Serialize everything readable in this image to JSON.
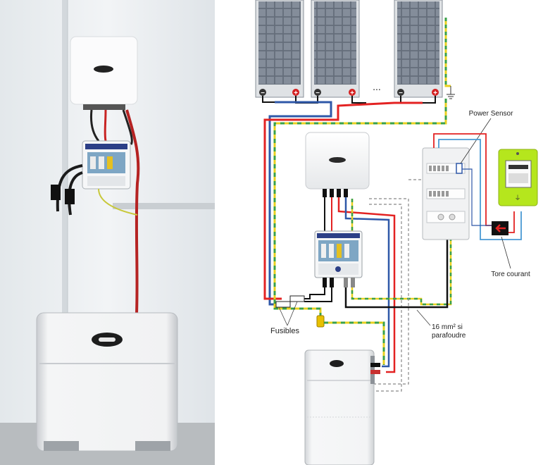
{
  "labels": {
    "power_sensor": "Power Sensor",
    "tore_courant": "Tore courant",
    "fusibles": "Fusibles",
    "cable_line1": "16 mm² si",
    "cable_line2": "parafoudre",
    "panel_ellipsis": "...",
    "plus": "+",
    "minus": "−"
  },
  "colors": {
    "positive_wire": "#e32222",
    "negative_wire": "#2f58a8",
    "ground_yellow": "#e8d020",
    "ground_green": "#3aa048",
    "neutral_black": "#111111",
    "meter_green": "#b5e61d",
    "panel_cell": "#7b8492",
    "wall": "#e9edf0"
  },
  "icons": [
    "solar-panel-icon",
    "inverter-icon",
    "protection-box-icon",
    "battery-icon",
    "electrical-panel-icon",
    "meter-icon",
    "current-sensor-icon",
    "fuse-icon",
    "ground-icon"
  ]
}
